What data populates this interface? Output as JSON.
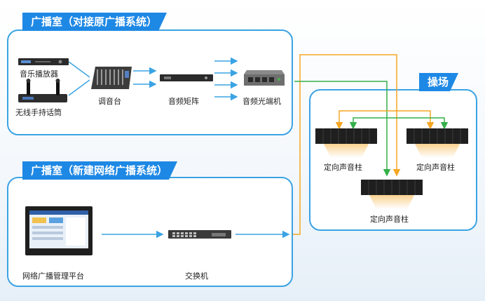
{
  "colors": {
    "accent": "#1e88e5",
    "border": "#3aa3e3",
    "orange": "#f5a623",
    "green": "#35b04a"
  },
  "sections": {
    "room_old": {
      "title": "广播室（对接原广播系统）"
    },
    "room_new": {
      "title": "广播室（新建网络广播系统）"
    },
    "playground": {
      "title": "操场"
    }
  },
  "devices": {
    "music_player": "音乐播放器",
    "wireless_mic": "无线手持话筒",
    "mixer": "调音台",
    "audio_matrix": "音频矩阵",
    "audio_fiber": "音频光端机",
    "platform": "网络广播管理平台",
    "switch": "交换机",
    "column_left": "定向声音柱",
    "column_right": "定向声音柱",
    "column_bottom": "定向声音柱"
  }
}
